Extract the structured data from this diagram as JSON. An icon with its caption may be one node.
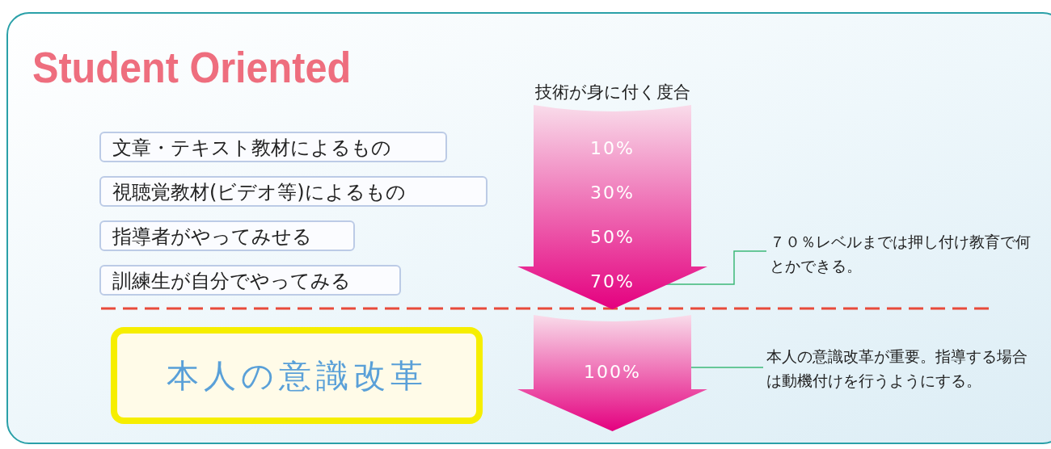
{
  "diagram": {
    "title": "Student Oriented",
    "nodes": [
      {
        "text": [
          "文章・テキスト教材によるもの"
        ]
      },
      {
        "text": [
          "視聴覚教材(ビデオ等)によるもの"
        ]
      },
      {
        "text": [
          "指導者がやってみせる"
        ]
      },
      {
        "text": [
          "訓練生が自分でやってみる"
        ]
      },
      {
        "text": [
          "技術が身に付く度合",
          "10%",
          "30%",
          "50%",
          "70%"
        ]
      },
      {
        "text": [
          "本人の意識改革"
        ]
      },
      {
        "text": [
          "100%"
        ]
      },
      {
        "text": [
          "７０％レベルまでは押し付け教育で何とかできる。"
        ]
      },
      {
        "text": [
          "本人の意識改革が重要。指導する場合は動機付けを行うようにする。"
        ]
      }
    ],
    "edges": [
      {
        "from": 7,
        "to": 4,
        "arrow": "none"
      },
      {
        "from": 8,
        "to": 6,
        "arrow": "none"
      }
    ]
  }
}
